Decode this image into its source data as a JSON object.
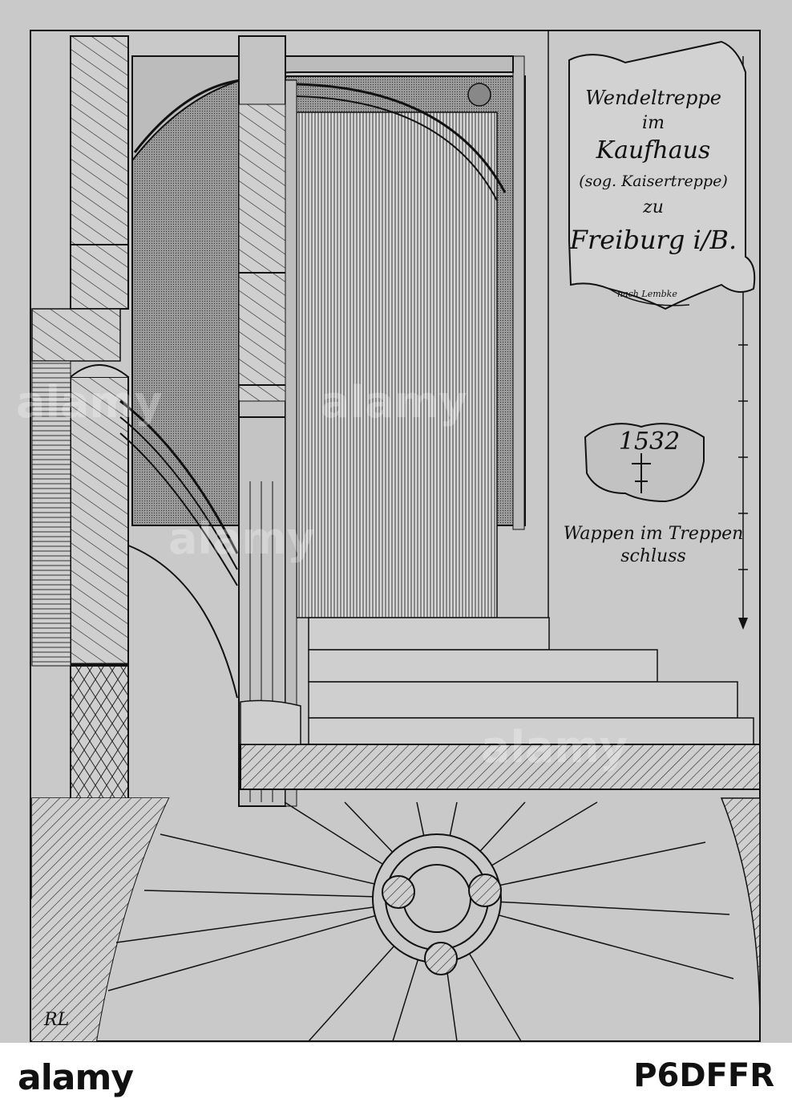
{
  "cartouche": {
    "lines": [
      "Wendeltreppe",
      "im",
      "Kaufhaus",
      "(sog. Kaisertreppe)",
      "zu",
      "Freiburg i/B."
    ],
    "ribbon_signature": "nach Lembke"
  },
  "coat_of_arms": {
    "year": "1532",
    "caption_line1": "Wappen im Treppen",
    "caption_line2": "schluss"
  },
  "monogram": "RL",
  "stock_footer": {
    "logo": "alamy",
    "image_id": "P6DFFR",
    "watermark": "alamy"
  },
  "colors": {
    "paper": "#c9c9c9",
    "ink": "#111111",
    "footer": "#ffffff"
  }
}
